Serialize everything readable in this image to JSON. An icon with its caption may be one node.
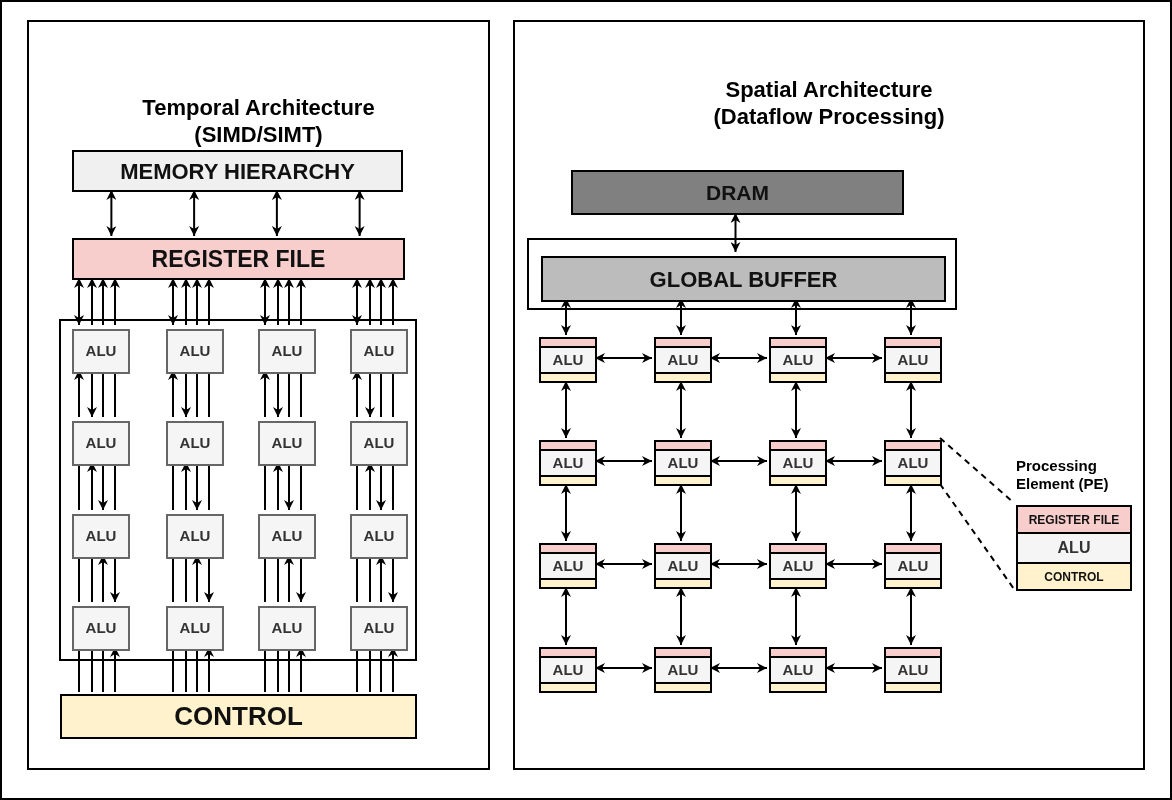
{
  "diagram": {
    "nodes": [
      {
        "text": [
          "Temporal Architecture (SIMD/SIMT)"
        ]
      },
      {
        "text": [
          "MEMORY HIERARCHY"
        ],
        "in": 0
      },
      {
        "text": [
          "REGISTER FILE"
        ],
        "in": 0
      },
      {
        "text": [],
        "shape": "box",
        "in": 0
      },
      {
        "text": [
          "ALU"
        ],
        "in": 3
      },
      {
        "text": [
          "ALU"
        ],
        "in": 3
      },
      {
        "text": [
          "ALU"
        ],
        "in": 3
      },
      {
        "text": [
          "ALU"
        ],
        "in": 3
      },
      {
        "text": [
          "ALU"
        ],
        "in": 3
      },
      {
        "text": [
          "ALU"
        ],
        "in": 3
      },
      {
        "text": [
          "ALU"
        ],
        "in": 3
      },
      {
        "text": [
          "ALU"
        ],
        "in": 3
      },
      {
        "text": [
          "ALU"
        ],
        "in": 3
      },
      {
        "text": [
          "ALU"
        ],
        "in": 3
      },
      {
        "text": [
          "ALU"
        ],
        "in": 3
      },
      {
        "text": [
          "ALU"
        ],
        "in": 3
      },
      {
        "text": [
          "ALU"
        ],
        "in": 3
      },
      {
        "text": [
          "ALU"
        ],
        "in": 3
      },
      {
        "text": [
          "ALU"
        ],
        "in": 3
      },
      {
        "text": [
          "ALU"
        ],
        "in": 3
      },
      {
        "text": [
          "CONTROL"
        ],
        "in": 0
      },
      {
        "text": [
          "Spatial Architecture (Dataflow Processing)"
        ]
      },
      {
        "text": [
          "DRAM"
        ],
        "in": 21
      },
      {
        "text": [],
        "shape": "box",
        "in": 21
      },
      {
        "text": [
          "GLOBAL BUFFER"
        ],
        "in": 23
      },
      {
        "text": [
          "ALU"
        ],
        "in": 21
      },
      {
        "text": [
          "ALU"
        ],
        "in": 21
      },
      {
        "text": [
          "ALU"
        ],
        "in": 21
      },
      {
        "text": [
          "ALU"
        ],
        "in": 21
      },
      {
        "text": [
          "ALU"
        ],
        "in": 21
      },
      {
        "text": [
          "ALU"
        ],
        "in": 21
      },
      {
        "text": [
          "ALU"
        ],
        "in": 21
      },
      {
        "text": [
          "ALU"
        ],
        "in": 21
      },
      {
        "text": [
          "ALU"
        ],
        "in": 21
      },
      {
        "text": [
          "ALU"
        ],
        "in": 21
      },
      {
        "text": [
          "ALU"
        ],
        "in": 21
      },
      {
        "text": [
          "ALU"
        ],
        "in": 21
      },
      {
        "text": [
          "ALU"
        ],
        "in": 21
      },
      {
        "text": [
          "ALU"
        ],
        "in": 21
      },
      {
        "text": [
          "ALU"
        ],
        "in": 21
      },
      {
        "text": [
          "ALU"
        ],
        "in": 21
      },
      {
        "text": [
          "Processing Element (PE)"
        ],
        "in": 21
      },
      {
        "text": [
          "REGISTER FILE"
        ],
        "in": 41
      },
      {
        "text": [
          "ALU"
        ],
        "in": 41
      },
      {
        "text": [
          "CONTROL"
        ],
        "in": 41
      }
    ],
    "edges": [
      {
        "from": 1,
        "to": 2,
        "arrow": "both"
      },
      {
        "from": 1,
        "to": 2,
        "arrow": "both"
      },
      {
        "from": 1,
        "to": 2,
        "arrow": "both"
      },
      {
        "from": 1,
        "to": 2,
        "arrow": "both"
      },
      {
        "from": 2,
        "to": 4,
        "arrow": "both"
      },
      {
        "from": 4,
        "to": 2,
        "arrow": "to"
      },
      {
        "from": 4,
        "to": 2,
        "arrow": "to"
      },
      {
        "from": 4,
        "to": 2,
        "arrow": "to"
      },
      {
        "from": 8,
        "to": 4,
        "arrow": "to"
      },
      {
        "from": 4,
        "to": 8,
        "arrow": "to"
      },
      {
        "from": 4,
        "to": 8,
        "arrow": "none"
      },
      {
        "from": 4,
        "to": 8,
        "arrow": "none"
      },
      {
        "from": 8,
        "to": 12,
        "arrow": "none"
      },
      {
        "from": 12,
        "to": 8,
        "arrow": "to"
      },
      {
        "from": 8,
        "to": 12,
        "arrow": "to"
      },
      {
        "from": 8,
        "to": 12,
        "arrow": "none"
      },
      {
        "from": 12,
        "to": 16,
        "arrow": "none"
      },
      {
        "from": 12,
        "to": 16,
        "arrow": "none"
      },
      {
        "from": 16,
        "to": 12,
        "arrow": "to"
      },
      {
        "from": 12,
        "to": 16,
        "arrow": "to"
      },
      {
        "from": 20,
        "to": 16,
        "arrow": "none"
      },
      {
        "from": 20,
        "to": 16,
        "arrow": "none"
      },
      {
        "from": 20,
        "to": 16,
        "arrow": "none"
      },
      {
        "from": 20,
        "to": 16,
        "arrow": "to"
      },
      {
        "from": 2,
        "to": 5,
        "arrow": "both"
      },
      {
        "from": 5,
        "to": 2,
        "arrow": "to"
      },
      {
        "from": 5,
        "to": 2,
        "arrow": "to"
      },
      {
        "from": 5,
        "to": 2,
        "arrow": "to"
      },
      {
        "from": 9,
        "to": 5,
        "arrow": "to"
      },
      {
        "from": 5,
        "to": 9,
        "arrow": "to"
      },
      {
        "from": 5,
        "to": 9,
        "arrow": "none"
      },
      {
        "from": 5,
        "to": 9,
        "arrow": "none"
      },
      {
        "from": 9,
        "to": 13,
        "arrow": "none"
      },
      {
        "from": 13,
        "to": 9,
        "arrow": "to"
      },
      {
        "from": 9,
        "to": 13,
        "arrow": "to"
      },
      {
        "from": 9,
        "to": 13,
        "arrow": "none"
      },
      {
        "from": 13,
        "to": 17,
        "arrow": "none"
      },
      {
        "from": 13,
        "to": 17,
        "arrow": "none"
      },
      {
        "from": 17,
        "to": 13,
        "arrow": "to"
      },
      {
        "from": 13,
        "to": 17,
        "arrow": "to"
      },
      {
        "from": 20,
        "to": 17,
        "arrow": "none"
      },
      {
        "from": 20,
        "to": 17,
        "arrow": "none"
      },
      {
        "from": 20,
        "to": 17,
        "arrow": "none"
      },
      {
        "from": 20,
        "to": 17,
        "arrow": "to"
      },
      {
        "from": 2,
        "to": 6,
        "arrow": "both"
      },
      {
        "from": 6,
        "to": 2,
        "arrow": "to"
      },
      {
        "from": 6,
        "to": 2,
        "arrow": "to"
      },
      {
        "from": 6,
        "to": 2,
        "arrow": "to"
      },
      {
        "from": 10,
        "to": 6,
        "arrow": "to"
      },
      {
        "from": 6,
        "to": 10,
        "arrow": "to"
      },
      {
        "from": 6,
        "to": 10,
        "arrow": "none"
      },
      {
        "from": 6,
        "to": 10,
        "arrow": "none"
      },
      {
        "from": 10,
        "to": 14,
        "arrow": "none"
      },
      {
        "from": 14,
        "to": 10,
        "arrow": "to"
      },
      {
        "from": 10,
        "to": 14,
        "arrow": "to"
      },
      {
        "from": 10,
        "to": 14,
        "arrow": "none"
      },
      {
        "from": 14,
        "to": 18,
        "arrow": "none"
      },
      {
        "from": 14,
        "to": 18,
        "arrow": "none"
      },
      {
        "from": 18,
        "to": 14,
        "arrow": "to"
      },
      {
        "from": 14,
        "to": 18,
        "arrow": "to"
      },
      {
        "from": 20,
        "to": 18,
        "arrow": "none"
      },
      {
        "from": 20,
        "to": 18,
        "arrow": "none"
      },
      {
        "from": 20,
        "to": 18,
        "arrow": "none"
      },
      {
        "from": 20,
        "to": 18,
        "arrow": "to"
      },
      {
        "from": 2,
        "to": 7,
        "arrow": "both"
      },
      {
        "from": 7,
        "to": 2,
        "arrow": "to"
      },
      {
        "from": 7,
        "to": 2,
        "arrow": "to"
      },
      {
        "from": 7,
        "to": 2,
        "arrow": "to"
      },
      {
        "from": 11,
        "to": 7,
        "arrow": "to"
      },
      {
        "from": 7,
        "to": 11,
        "arrow": "to"
      },
      {
        "from": 7,
        "to": 11,
        "arrow": "none"
      },
      {
        "from": 7,
        "to": 11,
        "arrow": "none"
      },
      {
        "from": 11,
        "to": 15,
        "arrow": "none"
      },
      {
        "from": 15,
        "to": 11,
        "arrow": "to"
      },
      {
        "from": 11,
        "to": 15,
        "arrow": "to"
      },
      {
        "from": 11,
        "to": 15,
        "arrow": "none"
      },
      {
        "from": 15,
        "to": 19,
        "arrow": "none"
      },
      {
        "from": 15,
        "to": 19,
        "arrow": "none"
      },
      {
        "from": 19,
        "to": 15,
        "arrow": "to"
      },
      {
        "from": 15,
        "to": 19,
        "arrow": "to"
      },
      {
        "from": 20,
        "to": 19,
        "arrow": "none"
      },
      {
        "from": 20,
        "to": 19,
        "arrow": "none"
      },
      {
        "from": 20,
        "to": 19,
        "arrow": "none"
      },
      {
        "from": 20,
        "to": 19,
        "arrow": "to"
      },
      {
        "from": 22,
        "to": 24,
        "arrow": "both"
      },
      {
        "from": 24,
        "to": 25,
        "arrow": "both"
      },
      {
        "from": 24,
        "to": 26,
        "arrow": "both"
      },
      {
        "from": 24,
        "to": 27,
        "arrow": "both"
      },
      {
        "from": 24,
        "to": 28,
        "arrow": "both"
      },
      {
        "from": 25,
        "to": 26,
        "arrow": "both"
      },
      {
        "from": 26,
        "to": 27,
        "arrow": "both"
      },
      {
        "from": 27,
        "to": 28,
        "arrow": "both"
      },
      {
        "from": 29,
        "to": 30,
        "arrow": "both"
      },
      {
        "from": 30,
        "to": 31,
        "arrow": "both"
      },
      {
        "from": 31,
        "to": 32,
        "arrow": "both"
      },
      {
        "from": 33,
        "to": 34,
        "arrow": "both"
      },
      {
        "from": 34,
        "to": 35,
        "arrow": "both"
      },
      {
        "from": 35,
        "to": 36,
        "arrow": "both"
      },
      {
        "from": 37,
        "to": 38,
        "arrow": "both"
      },
      {
        "from": 38,
        "to": 39,
        "arrow": "both"
      },
      {
        "from": 39,
        "to": 40,
        "arrow": "both"
      },
      {
        "from": 25,
        "to": 29,
        "arrow": "both"
      },
      {
        "from": 29,
        "to": 33,
        "arrow": "both"
      },
      {
        "from": 33,
        "to": 37,
        "arrow": "both"
      },
      {
        "from": 26,
        "to": 30,
        "arrow": "both"
      },
      {
        "from": 30,
        "to": 34,
        "arrow": "both"
      },
      {
        "from": 34,
        "to": 38,
        "arrow": "both"
      },
      {
        "from": 27,
        "to": 31,
        "arrow": "both"
      },
      {
        "from": 31,
        "to": 35,
        "arrow": "both"
      },
      {
        "from": 35,
        "to": 39,
        "arrow": "both"
      },
      {
        "from": 28,
        "to": 32,
        "arrow": "both"
      },
      {
        "from": 32,
        "to": 36,
        "arrow": "both"
      },
      {
        "from": 36,
        "to": 40,
        "arrow": "both"
      },
      {
        "from": 32,
        "to": 41,
        "arrow": "none",
        "style": "dashed"
      },
      {
        "from": 32,
        "to": 41,
        "arrow": "none",
        "style": "dashed"
      }
    ]
  }
}
